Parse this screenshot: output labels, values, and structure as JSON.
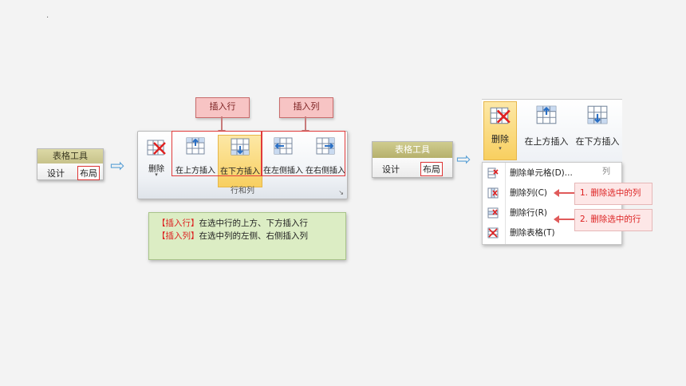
{
  "marker": ".",
  "left_table_tools": {
    "title": "表格工具",
    "tabs": [
      "设计",
      "布局"
    ],
    "selected_tab": "布局"
  },
  "ribbon": {
    "delete_label": "删除",
    "buttons": [
      "在上方插入",
      "在下方插入",
      "在左侧插入",
      "在右侧插入"
    ],
    "active_button": "在下方插入",
    "group_label": "行和列",
    "launcher": "↘"
  },
  "callouts": {
    "insert_row": "插入行",
    "insert_col": "插入列"
  },
  "notes": {
    "line1_tag": "【插入行】",
    "line1_text": "在选中行的上方、下方插入行",
    "line2_tag": "【插入列】",
    "line2_text": "在选中列的左侧、右侧插入列"
  },
  "right_table_tools": {
    "title": "表格工具",
    "tabs": [
      "设计",
      "布局"
    ],
    "selected_tab": "布局"
  },
  "right_ribbon": {
    "delete_label": "删除",
    "buttons": [
      "在上方插入",
      "在下方插入"
    ],
    "partial_text": "列"
  },
  "delete_menu": {
    "items": [
      "删除单元格(D)...",
      "删除列(C)",
      "删除行(R)",
      "删除表格(T)"
    ]
  },
  "annotations": {
    "delete_col": "1. 删除选中的列",
    "delete_row": "2. 删除选中的行"
  },
  "colors": {
    "highlight": "#f8cf60",
    "callout_bg": "#f7c4c4",
    "notes_bg": "#dcedc4",
    "red": "#e03b3b"
  }
}
